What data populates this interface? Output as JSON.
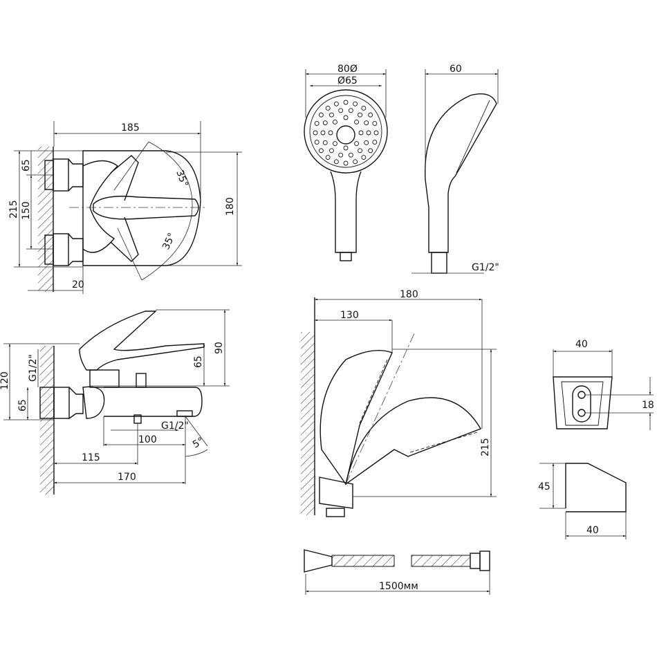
{
  "mixer_front": {
    "width": "185",
    "inlet_offset": "65",
    "total_height": "215",
    "inlet_spacing": "150",
    "body_height": "180",
    "wall_gap": "20",
    "angle_up": "35°",
    "angle_down": "35°"
  },
  "mixer_side": {
    "lever_height": "90",
    "lever_offset": "65",
    "total_height": "120",
    "inlet_offset": "65",
    "thread_inlet": "G1/2\"",
    "thread_outlet": "G1/2\"",
    "spout_offset": "100",
    "spout_reach": "115",
    "total_depth": "170",
    "angle": "5°"
  },
  "hand_shower": {
    "head_diameter": "80Ø",
    "face_diameter": "Ø65",
    "depth": "60",
    "thread": "G1/2\""
  },
  "holder_assembly": {
    "total_reach": "180",
    "head_reach": "130",
    "height": "215"
  },
  "hose": {
    "length": "1500мм"
  },
  "bracket": {
    "width_front": "40",
    "hole_spacing": "18",
    "height": "45",
    "width_side": "40"
  }
}
